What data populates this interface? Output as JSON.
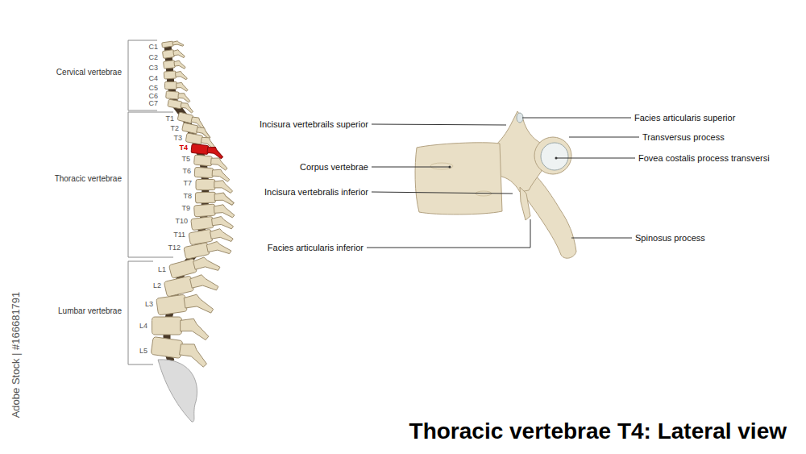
{
  "diagram": {
    "title": "Thoracic vertebrae T4: Lateral view",
    "labels": [
      "Cervical vertebrae",
      "C1",
      "C2",
      "C3",
      "C4",
      "C5",
      "C6",
      "C7",
      "Thoracic vertebrae",
      "T1",
      "T2",
      "T3",
      "T4",
      "T5",
      "T6",
      "T7",
      "T8",
      "T9",
      "T10",
      "T11",
      "T12",
      "Lumbar vertebrae",
      "L1",
      "L2",
      "L3",
      "L4",
      "L5",
      "Incisura vertebrails superior",
      "Facies articularis superior",
      "Transversus process",
      "Fovea costalis process transversi",
      "Corpus vertebrae",
      "Incisura vertebralis inferior",
      "Facies articularis inferior",
      "Spinosus process",
      "Adobe Stock | #166681791"
    ]
  }
}
